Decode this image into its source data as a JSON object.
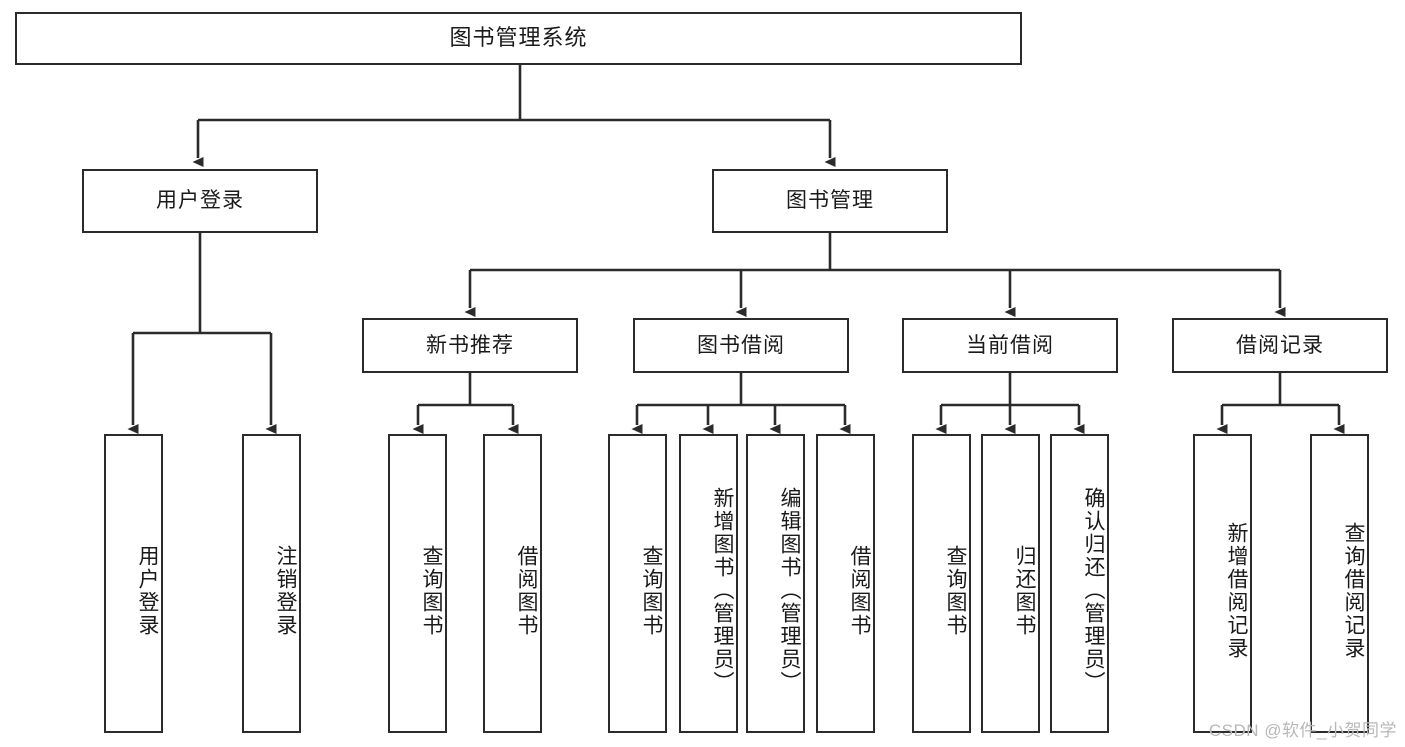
{
  "diagram": {
    "title": "图书管理系统",
    "type": "hierarchy-tree",
    "colors": {
      "background": "#ffffff",
      "box_border": "#2b2b2b",
      "box_fill": "#ffffff",
      "connector": "#2b2b2b",
      "text": "#1a1a1a",
      "watermark": "#b8b8b8"
    },
    "root": {
      "label": "图书管理系统"
    },
    "level1": [
      {
        "label": "用户登录"
      },
      {
        "label": "图书管理"
      }
    ],
    "level2": [
      {
        "label": "新书推荐"
      },
      {
        "label": "图书借阅"
      },
      {
        "label": "当前借阅"
      },
      {
        "label": "借阅记录"
      }
    ],
    "leaves": {
      "user_login": [
        {
          "label": "用户登录"
        },
        {
          "label": "注销登录"
        }
      ],
      "new_book_recommend": [
        {
          "label": "查询图书"
        },
        {
          "label": "借阅图书"
        }
      ],
      "book_borrow": [
        {
          "label": "查询图书"
        },
        {
          "label": "新增图书（管理员）"
        },
        {
          "label": "编辑图书（管理员）"
        },
        {
          "label": "借阅图书"
        }
      ],
      "current_borrow": [
        {
          "label": "查询图书"
        },
        {
          "label": "归还图书"
        },
        {
          "label": "确认归还（管理员）"
        }
      ],
      "borrow_record": [
        {
          "label": "新增借阅记录"
        },
        {
          "label": "查询借阅记录"
        }
      ]
    }
  },
  "watermark": {
    "text": "CSDN @软件_小贺同学"
  }
}
